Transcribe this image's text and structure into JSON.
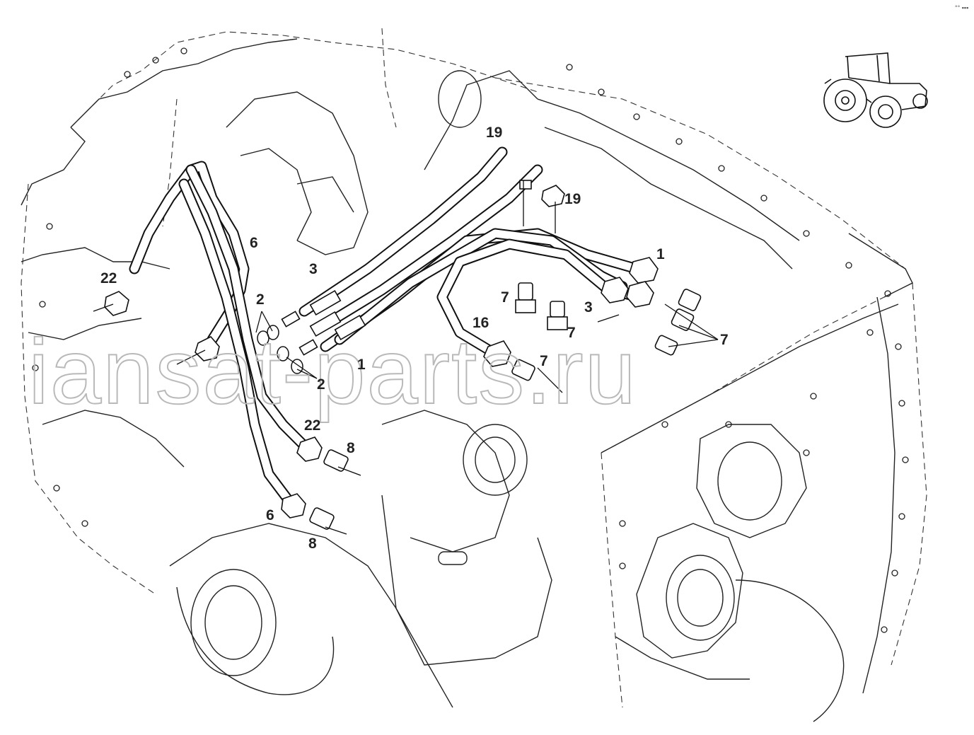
{
  "corner_mark": "°° ▪▪▪",
  "watermark": "iansat-parts.ru",
  "callouts": {
    "c22_top": "22",
    "c6_top": "6",
    "c3_left": "3",
    "c2_top": "2",
    "c1_left": "1",
    "c2_bottom": "2",
    "c19_top": "19",
    "c19_right": "19",
    "c1_right": "1",
    "c7_a": "7",
    "c7_b": "7",
    "c3_right": "3",
    "c7_right": "7",
    "c16": "16",
    "c7_mid": "7",
    "c22_bottom": "22",
    "c8_top": "8",
    "c6_bottom": "6",
    "c8_bottom": "8"
  },
  "icons": {
    "tractor": "tractor-icon"
  }
}
